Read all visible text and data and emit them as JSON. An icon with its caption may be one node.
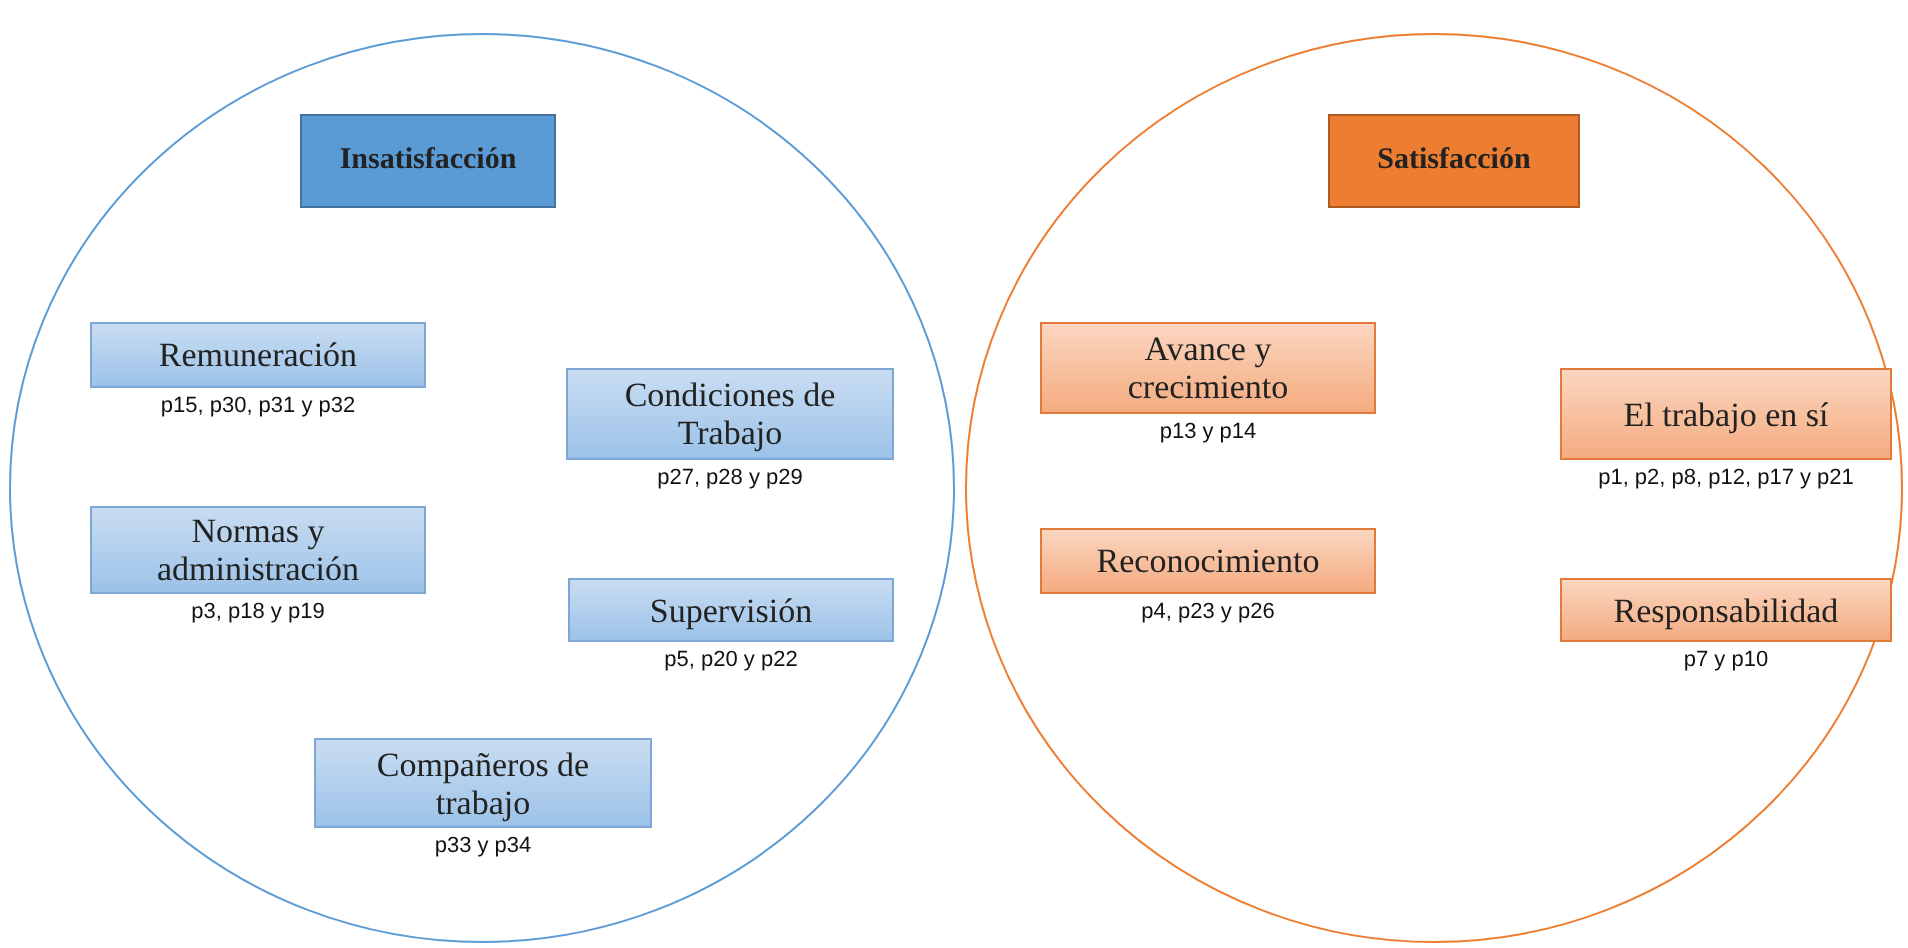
{
  "diagram": {
    "nodes": [
      {
        "text": [],
        "shape": "circle"
      },
      {
        "text": [
          "Insatisfacción"
        ],
        "in": 0
      },
      {
        "text": [
          "Remuneración"
        ],
        "beside": [
          "p15, p30, p31 y p32"
        ],
        "in": 0
      },
      {
        "text": [
          "Condiciones de Trabajo"
        ],
        "beside": [
          "p27, p28 y p29"
        ],
        "in": 0
      },
      {
        "text": [
          "Normas y administración"
        ],
        "beside": [
          "p3, p18 y p19"
        ],
        "in": 0
      },
      {
        "text": [
          "Supervisión"
        ],
        "beside": [
          "p5, p20 y p22"
        ],
        "in": 0
      },
      {
        "text": [
          "Compañeros de trabajo"
        ],
        "beside": [
          "p33 y p34"
        ],
        "in": 0
      },
      {
        "text": [],
        "shape": "circle"
      },
      {
        "text": [
          "Satisfacción"
        ],
        "in": 7
      },
      {
        "text": [
          "Avance y crecimiento"
        ],
        "beside": [
          "p13 y p14"
        ],
        "in": 7
      },
      {
        "text": [
          "El trabajo en sí"
        ],
        "beside": [
          "p1, p2, p8, p12, p17 y p21"
        ],
        "in": 7
      },
      {
        "text": [
          "Reconocimiento"
        ],
        "beside": [
          "p4, p23 y p26"
        ],
        "in": 7
      },
      {
        "text": [
          "Responsabilidad"
        ],
        "beside": [
          "p7 y p10"
        ],
        "in": 7
      }
    ],
    "edges": []
  }
}
